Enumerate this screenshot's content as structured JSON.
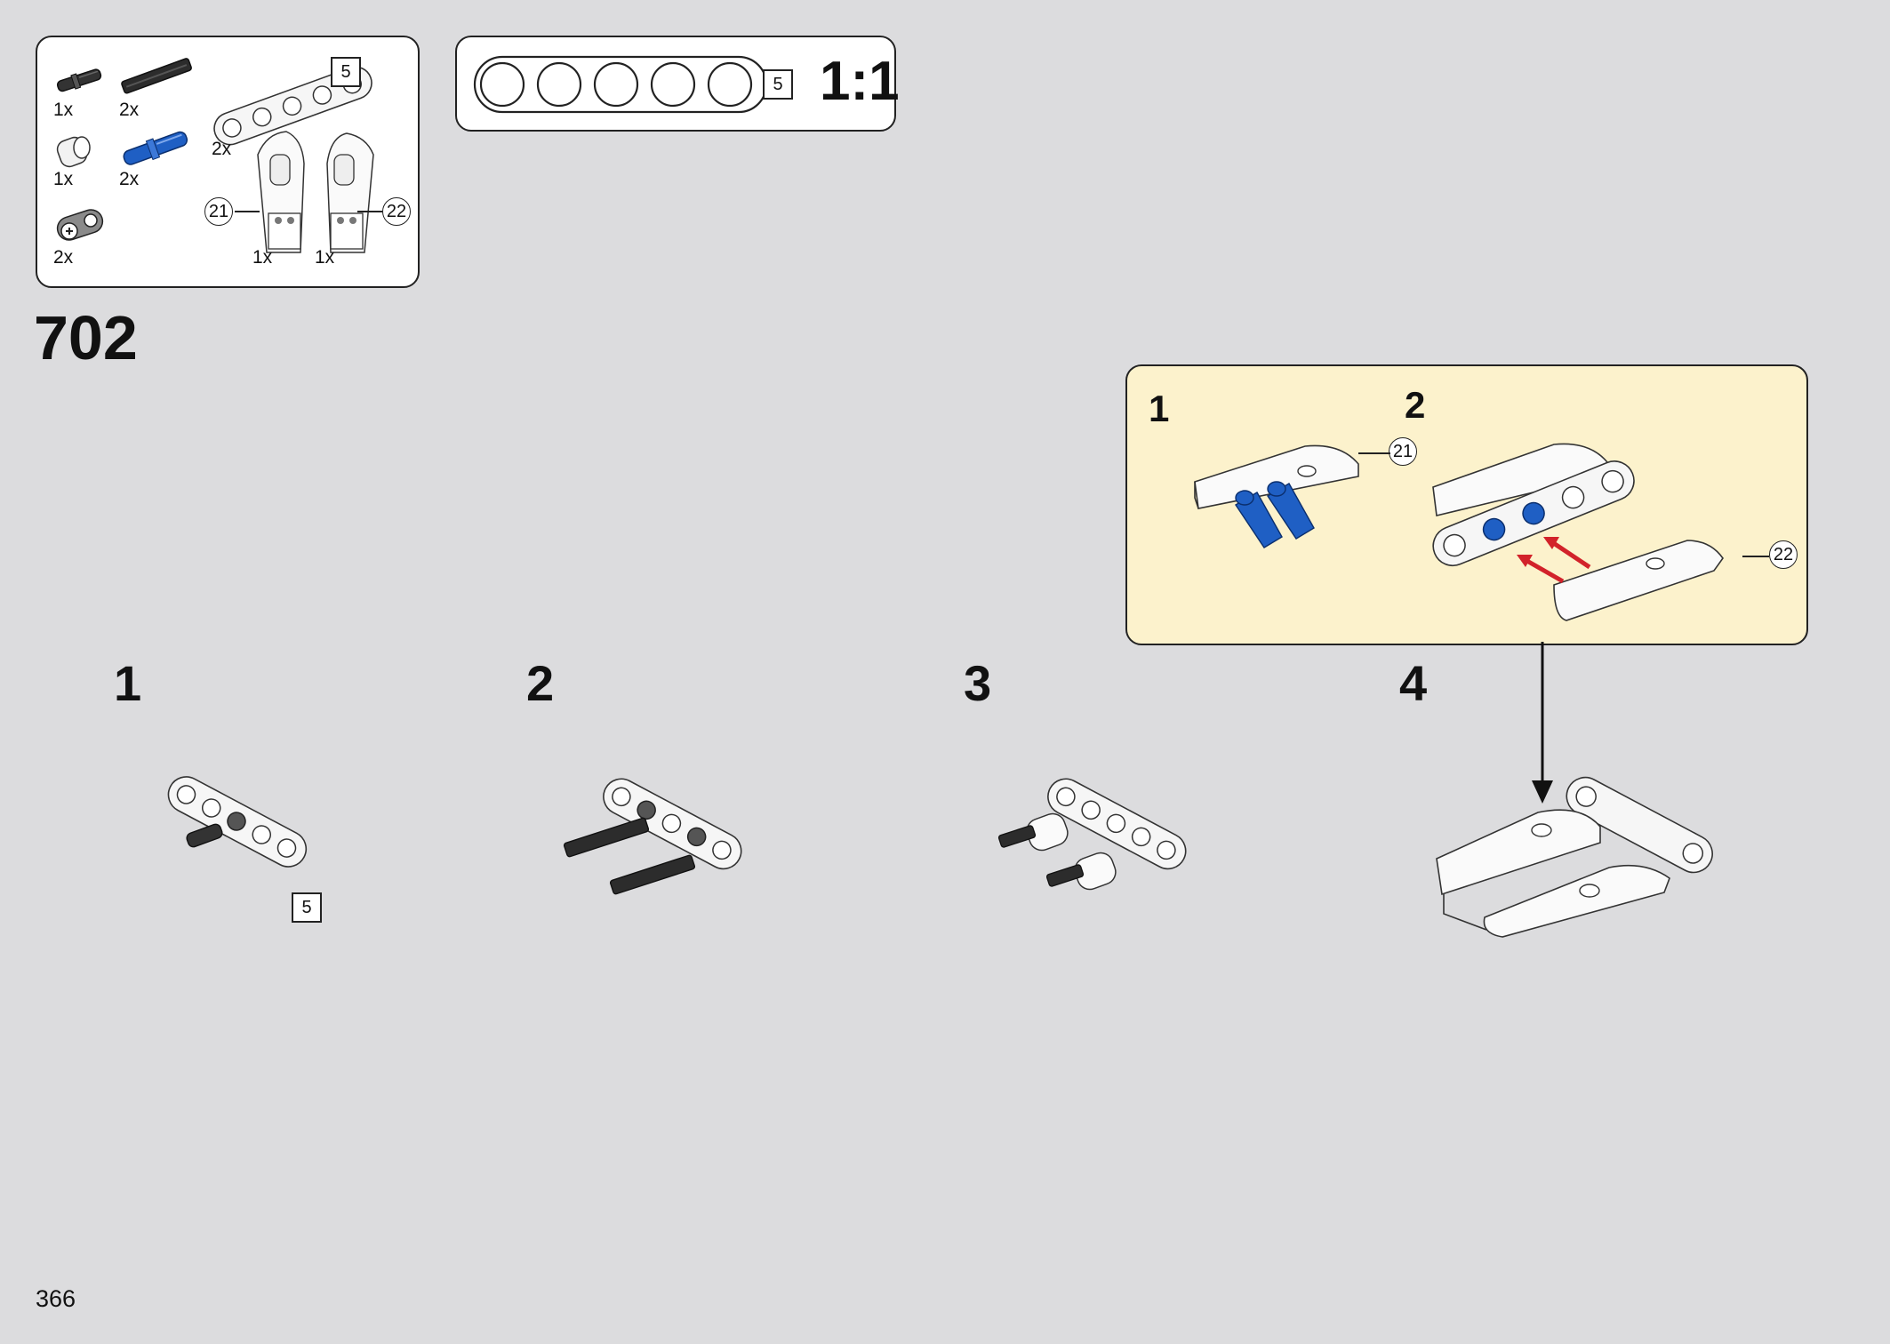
{
  "parts_list": {
    "items": [
      {
        "name": "axle-pin-black",
        "qty": "1x"
      },
      {
        "name": "axle-black",
        "qty": "2x"
      },
      {
        "name": "bush-white",
        "qty": "1x"
      },
      {
        "name": "axle-pin-blue",
        "qty": "2x"
      },
      {
        "name": "cross-block-grey",
        "qty": "2x"
      },
      {
        "name": "beam-5-white",
        "qty": "2x",
        "size_label": "5"
      },
      {
        "name": "panel-21",
        "qty": "1x",
        "callout": "21"
      },
      {
        "name": "panel-22",
        "qty": "1x",
        "callout": "22"
      }
    ]
  },
  "scale_box": {
    "beam_length": "5",
    "scale_label": "1:1",
    "hole_count": 5
  },
  "step": {
    "number": "702"
  },
  "substeps": [
    {
      "number": "1",
      "size_label": "5"
    },
    {
      "number": "2"
    },
    {
      "number": "3"
    },
    {
      "number": "4"
    }
  ],
  "subassembly": {
    "background": "#fcf2cc",
    "steps": [
      {
        "number": "1",
        "callout": "21"
      },
      {
        "number": "2",
        "callout": "22"
      }
    ]
  },
  "colors": {
    "page": "#dcdcde",
    "blue_part": "#1f5fc4",
    "arrow": "#d2222a",
    "callout_bg": "#fcf2cc"
  },
  "page": {
    "number": "366"
  }
}
